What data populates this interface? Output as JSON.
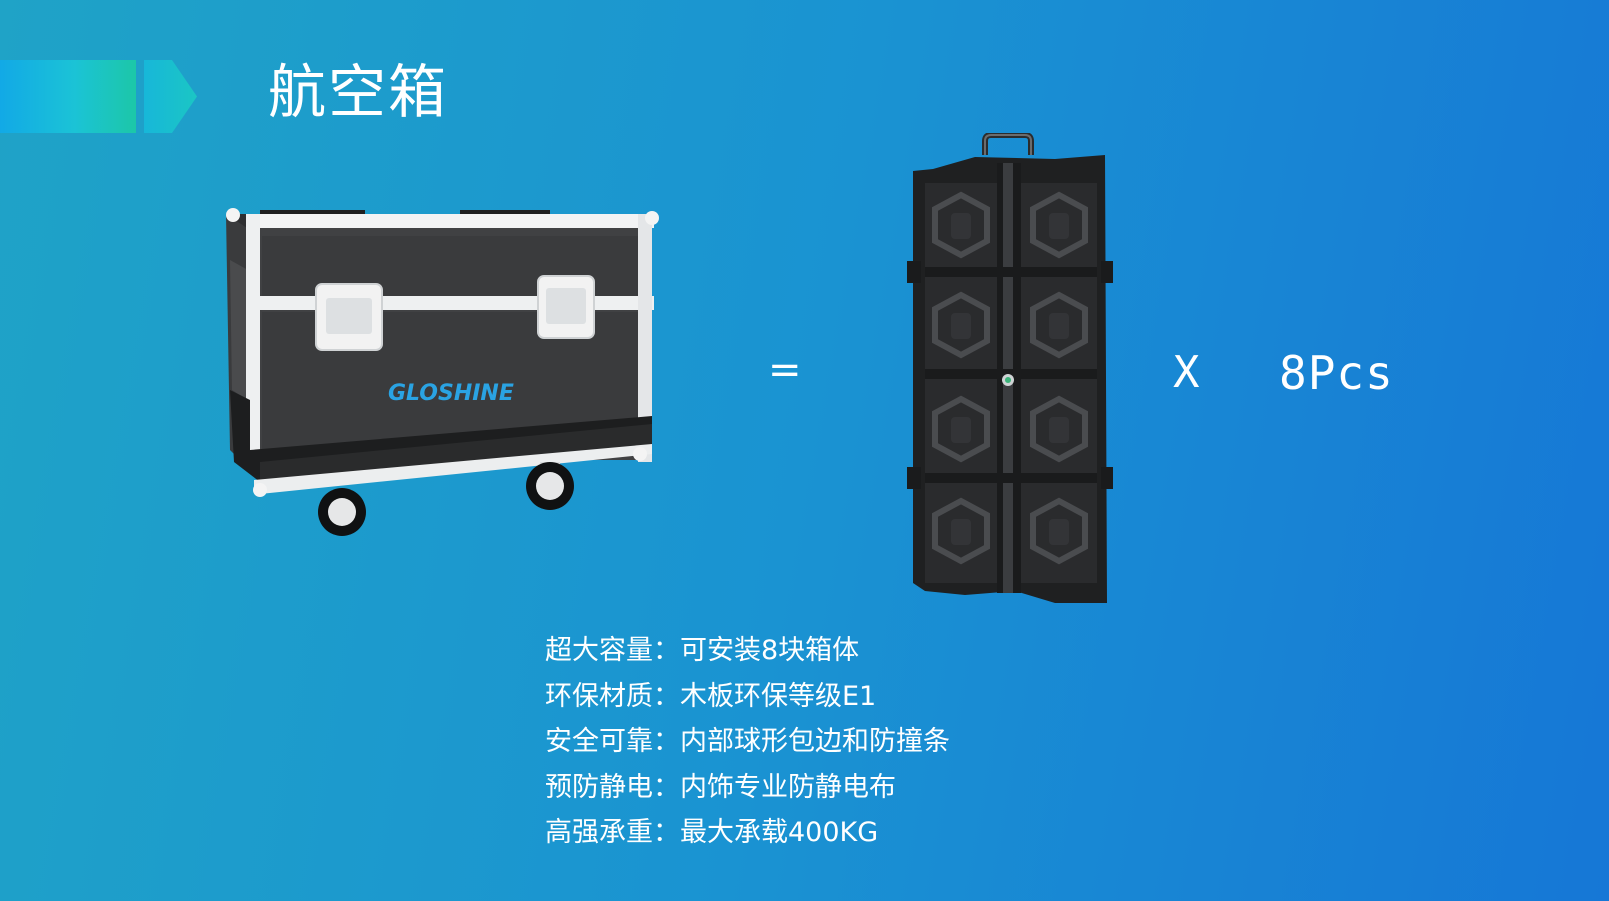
{
  "slide": {
    "title": "航空箱",
    "equals_sign": "=",
    "multiply_sign": "X",
    "quantity": "8Pcs",
    "colors": {
      "accent_teal": "#1cc7a8",
      "accent_blue": "#12a9e6",
      "text": "#ffffff"
    }
  },
  "case_image": {
    "brand_logo_text": "GLOSHINE",
    "icon": "flight-case-image"
  },
  "panel_image": {
    "icon": "led-cabinet-panel-image"
  },
  "specs": [
    {
      "label": "超大容量",
      "sep": "：",
      "value": "可安装8块箱体"
    },
    {
      "label": "环保材质",
      "sep": "：",
      "value": "木板环保等级E1"
    },
    {
      "label": "安全可靠",
      "sep": "：",
      "value": "内部球形包边和防撞条"
    },
    {
      "label": "预防静电",
      "sep": "：",
      "value": "内饰专业防静电布"
    },
    {
      "label": "高强承重",
      "sep": "：",
      "value": "最大承载400KG"
    }
  ]
}
